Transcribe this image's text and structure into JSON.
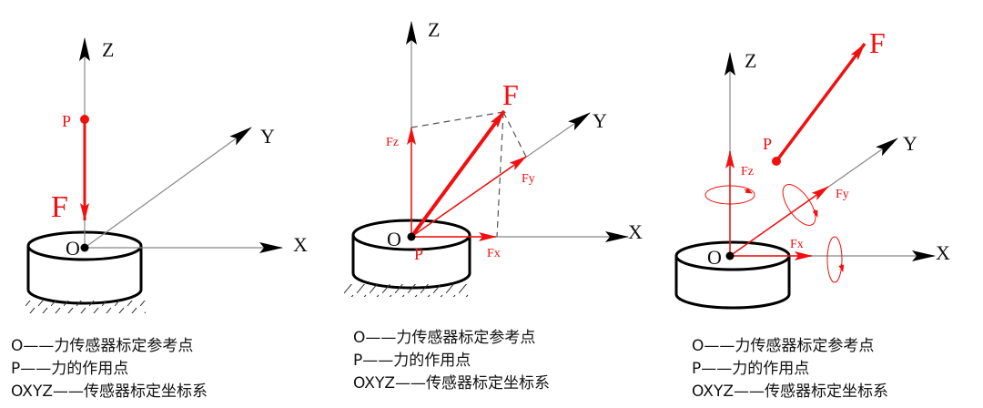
{
  "colors": {
    "force": "#f01010",
    "axis": "#111111",
    "axis_line": "#888888"
  },
  "panels": [
    {
      "axes": {
        "x": "X",
        "y": "Y",
        "z": "Z"
      },
      "origin": "O",
      "point": "P",
      "force": "F",
      "legend": [
        "O——力传感器标定参考点",
        "P——力的作用点",
        "OXYZ——传感器标定坐标系"
      ]
    },
    {
      "axes": {
        "x": "X",
        "y": "Y",
        "z": "Z"
      },
      "origin": "O",
      "point": "P",
      "force": "F",
      "components": {
        "fx": "Fx",
        "fy": "Fy",
        "fz": "Fz"
      },
      "legend": [
        "O——力传感器标定参考点",
        "P——力的作用点",
        "OXYZ——传感器标定坐标系"
      ]
    },
    {
      "axes": {
        "x": "X",
        "y": "Y",
        "z": "Z"
      },
      "origin": "O",
      "point": "P",
      "force": "F",
      "components": {
        "fx": "Fx",
        "fy": "Fy",
        "fz": "Fz"
      },
      "legend": [
        "O——力传感器标定参考点",
        "P——力的作用点",
        "OXYZ——传感器标定坐标系"
      ]
    }
  ]
}
